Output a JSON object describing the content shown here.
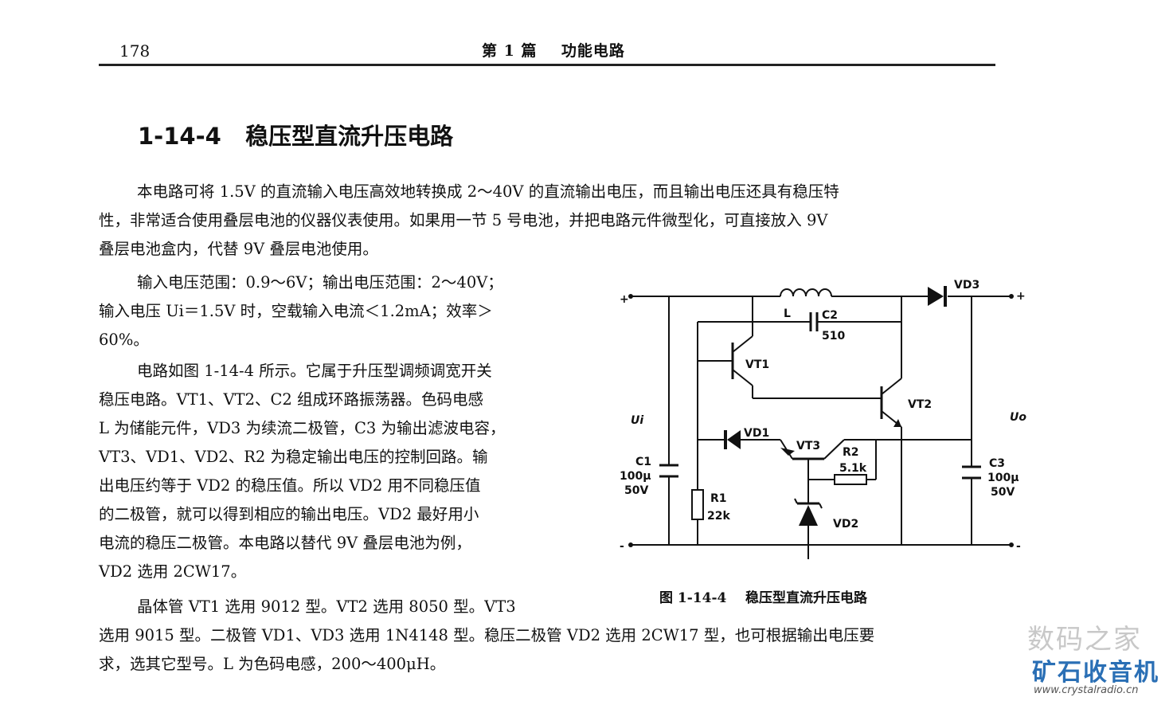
{
  "header": {
    "page_number": "178",
    "running_head": "第 1 篇    功能电路"
  },
  "section": {
    "number": "1-14-4",
    "title": "稳压型直流升压电路"
  },
  "body": {
    "para1": [
      "本电路可将 1.5V 的直流输入电压高效地转换成 2～40V 的直流输出电压，而且输出电压还具有稳压特",
      "性，非常适合使用叠层电池的仪器仪表使用。如果用一节 5 号电池，并把电路元件微型化，可直接放入 9V",
      "叠层电池盒内，代替 9V 叠层电池使用。"
    ],
    "para2": [
      "输入电压范围：0.9～6V；输出电压范围：2～40V；",
      "输入电压 Ui＝1.5V 时，空载输入电流＜1.2mA；效率＞",
      "60%。"
    ],
    "para3": [
      "电路如图 1-14-4 所示。它属于升压型调频调宽开关",
      "稳压电路。VT1、VT2、C2 组成环路振荡器。色码电感",
      "L 为储能元件，VD3 为续流二极管，C3 为输出滤波电容，",
      "VT3、VD1、VD2、R2 为稳定输出电压的控制回路。输",
      "出电压约等于 VD2 的稳压值。所以 VD2 用不同稳压值",
      "的二极管，就可以得到相应的输出电压。VD2 最好用小",
      "电流的稳压二极管。本电路以替代 9V 叠层电池为例，",
      "VD2 选用 2CW17。"
    ],
    "para4": [
      "晶体管 VT1 选用 9012 型。VT2 选用 8050 型。VT3",
      "选用 9015 型。二极管 VD1、VD3 选用 1N4148 型。稳压二极管 VD2 选用 2CW17 型，也可根据输出电压要",
      "求，选其它型号。L 为色码电感，200～400μH。"
    ]
  },
  "figure": {
    "caption": "图 1-14-4    稳压型直流升压电路",
    "labels": {
      "plus_in": "+",
      "minus_in": "-",
      "plus_out": "+",
      "minus_out": "-",
      "ui": "Ui",
      "uo": "Uo",
      "L": "L",
      "C2": "C2",
      "C2_val": "510",
      "VD3": "VD3",
      "VT1": "VT1",
      "VT2": "VT2",
      "VD1": "VD1",
      "VT3": "VT3",
      "R2": "R2",
      "R2_val": "5.1k",
      "C1": "C1",
      "C1_cap": "100μ",
      "C1_volt": "50V",
      "C3": "C3",
      "C3_cap": "100μ",
      "C3_volt": "50V",
      "R1": "R1",
      "R1_val": "22k",
      "VD2": "VD2"
    }
  },
  "watermark": {
    "line1": "数码之家",
    "line2": "矿石收音机",
    "url": "www.crystalradio.cn"
  }
}
